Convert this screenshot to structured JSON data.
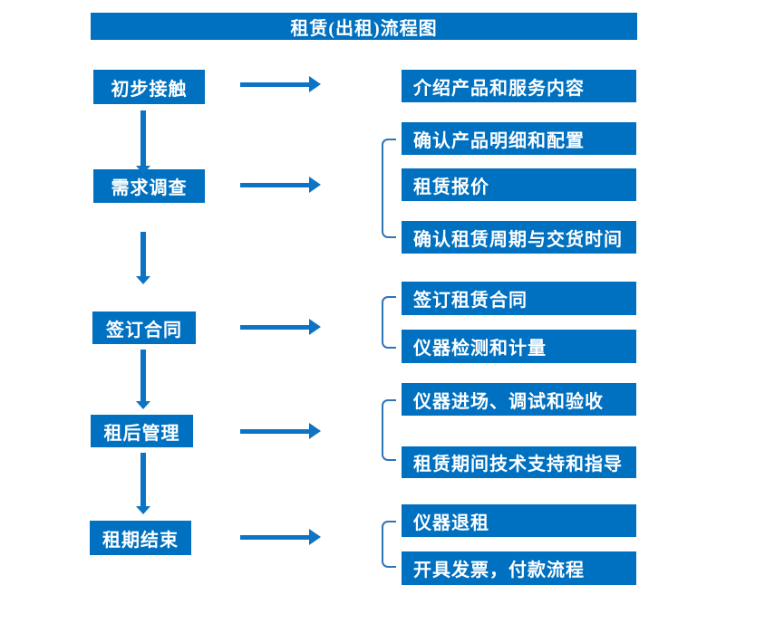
{
  "title": "租赁(出租)流程图",
  "colors": {
    "box_fill": "#0070C0",
    "arrow": "#0D74C5",
    "bracket": "#2E75B6",
    "text": "#FFFFFF",
    "background": "#FFFFFF"
  },
  "steps": [
    {
      "label": "初步接触"
    },
    {
      "label": "需求调查"
    },
    {
      "label": "签订合同"
    },
    {
      "label": "租后管理"
    },
    {
      "label": "租期结束"
    }
  ],
  "details": [
    {
      "step": "初步接触",
      "items": [
        "介绍产品和服务内容"
      ]
    },
    {
      "step": "需求调查",
      "items": [
        "确认产品明细和配置",
        "租赁报价",
        "确认租赁周期与交货时间"
      ]
    },
    {
      "step": "签订合同",
      "items": [
        "签订租赁合同",
        "仪器检测和计量"
      ]
    },
    {
      "step": "租后管理",
      "items": [
        "仪器进场、调试和验收",
        "租赁期间技术支持和指导"
      ]
    },
    {
      "step": "租期结束",
      "items": [
        "仪器退租",
        "开具发票，付款流程"
      ]
    }
  ]
}
